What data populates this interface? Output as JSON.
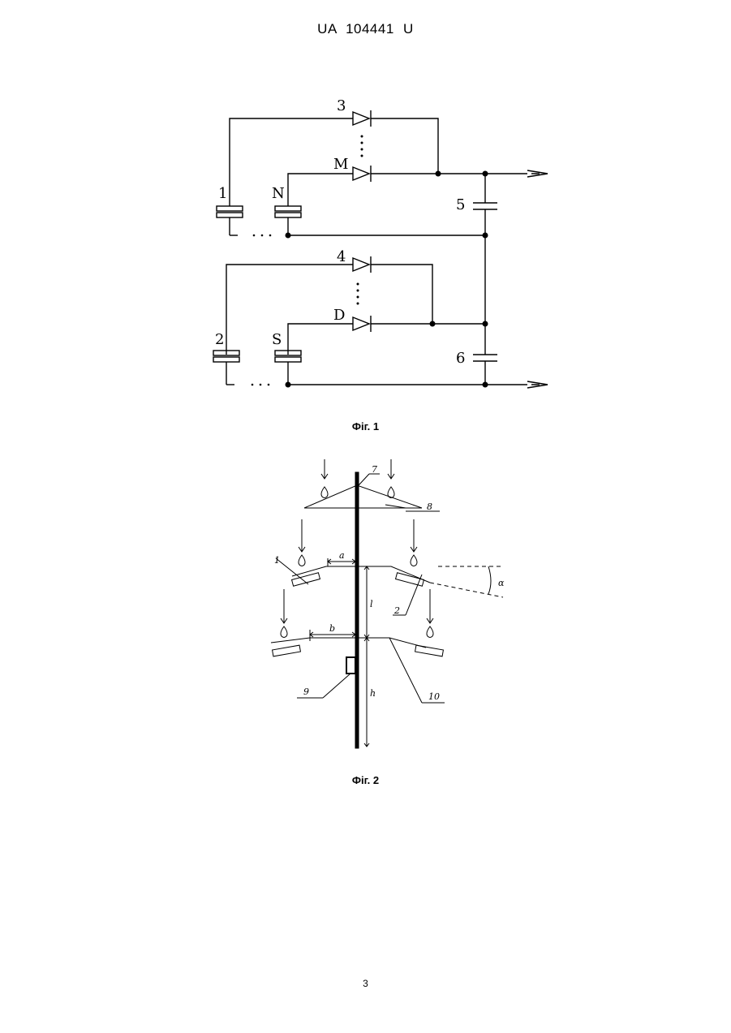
{
  "header": {
    "doc_id": "UA   104441   U"
  },
  "figure1": {
    "caption": "Фіг. 1",
    "labels": {
      "d3": "3",
      "dM": "M",
      "d4": "4",
      "dD": "D",
      "p1": "1",
      "pN": "N",
      "p2": "2",
      "pS": "S",
      "c5": "5",
      "c6": "6"
    }
  },
  "figure2": {
    "caption": "Фіг. 2",
    "labels": {
      "n7": "7",
      "n8": "8",
      "n1": "1",
      "n2": "2",
      "a": "a",
      "b": "b",
      "l": "l",
      "h": "h",
      "alpha": "α",
      "n9": "9",
      "n10": "10"
    }
  },
  "footer": {
    "page_number": "3"
  }
}
